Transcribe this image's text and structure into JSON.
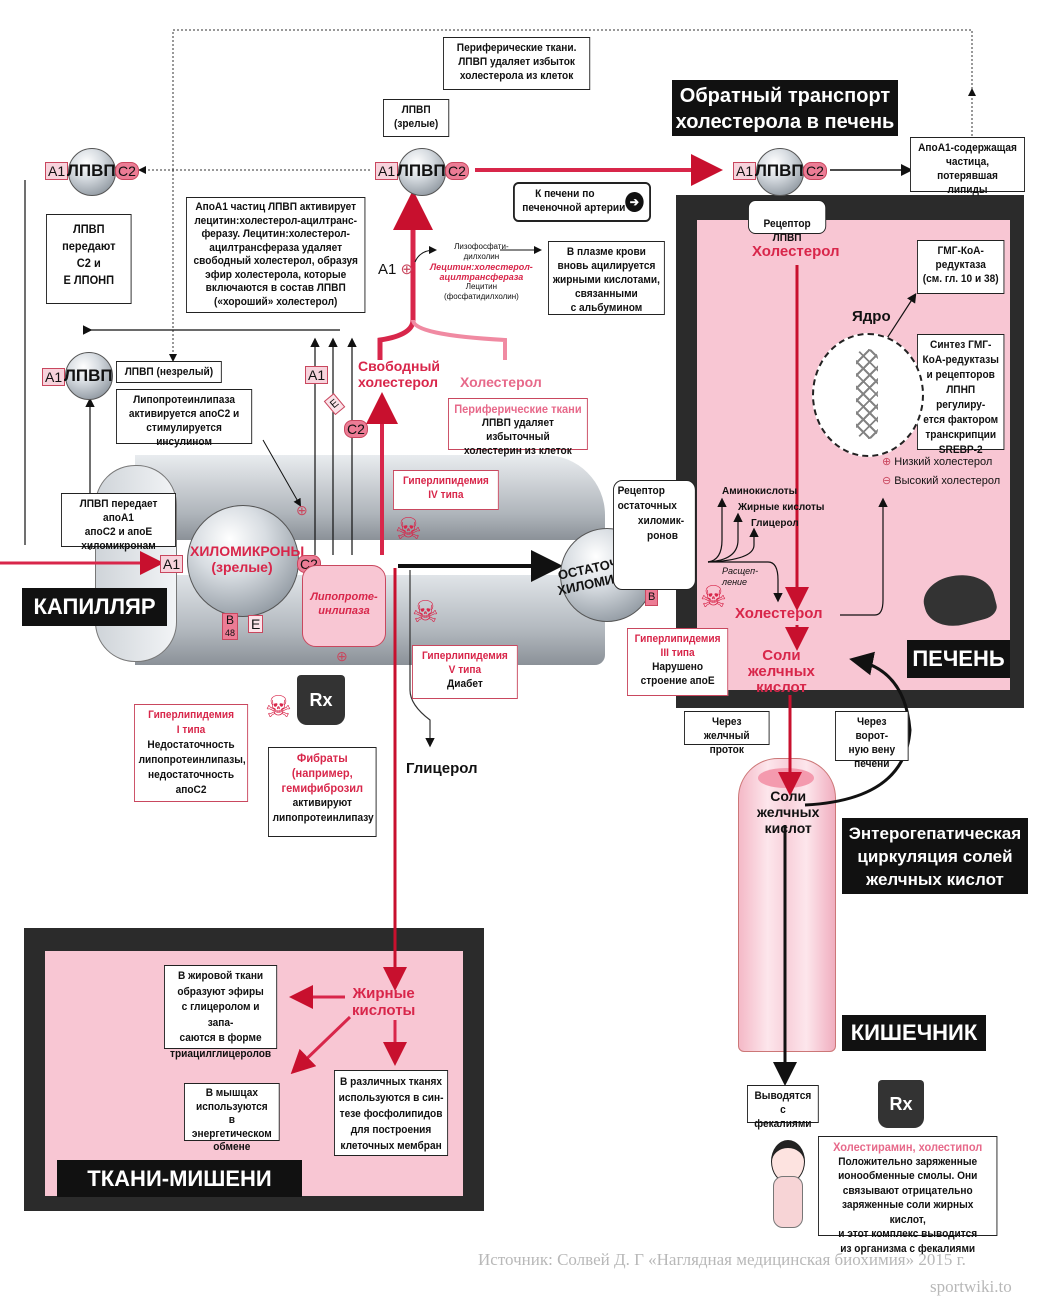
{
  "regions": {
    "capillary": "КАПИЛЛЯР",
    "liver": "ПЕЧЕНЬ",
    "intestine": "КИШЕЧНИК",
    "target_tissues": "ТКАНИ-МИШЕНИ"
  },
  "titles": {
    "reverse_transport": [
      "Обратный транспорт",
      "холестерола в печень"
    ],
    "enterohepatic": [
      "Энтерогепатическая",
      "циркуляция солей",
      "желчных кислот"
    ]
  },
  "particles": {
    "hdl": "ЛПВП",
    "chylomicrons": [
      "ХИЛОМИКРОНЫ",
      "(зрелые)"
    ],
    "remnant_chylomicrons": [
      "ОСТАТОЧНЫЕ",
      "ХИЛОМИКРОНЫ"
    ]
  },
  "apolipoproteins": {
    "a1": "A1",
    "c2": "C2",
    "e": "E",
    "b": "B",
    "b48": "48"
  },
  "boxes": {
    "peripheral_top": [
      "Периферические ткани.",
      "ЛПВП удаляет избыток",
      "холестерола из клеток"
    ],
    "hdl_mature": [
      "ЛПВП",
      "(зрелые)"
    ],
    "hdl_transfer": [
      "ЛПВП",
      "передают",
      "C2 и",
      "Е ЛПОНП"
    ],
    "apoa1_lcat": [
      "АпоА1 частиц ЛПВП активирует",
      "лецитин:холестерол-ацилтранс-",
      "феразу. Лецитин:холестерол-",
      "ацилтрансфераза удаляет",
      "свободный холестерол, образуя",
      "эфир холестерола, которые",
      "включаются в состав ЛПВП",
      "(«хороший» холестерол)"
    ],
    "to_liver": [
      "К печени по",
      "печеночной артерии"
    ],
    "plasma_acyl": [
      "В плазме крови",
      "вновь ацилируется",
      "жирными кислотами,",
      "связанными",
      "с альбумином"
    ],
    "apoa1_lost": [
      "АпоА1-содержащая",
      "частица, потерявшая",
      "липиды"
    ],
    "hdl_receptor": "Рецептор ЛПВП",
    "hmg_reductase": [
      "ГМГ-КоА-",
      "редуктаза",
      "(см. гл. 10 и 38)"
    ],
    "srebp": [
      "Синтез ГМГ-",
      "КоА-редуктазы",
      "и рецепторов",
      "ЛПНП регулиру-",
      "ется фактором",
      "транскрипции",
      "SREBP-2"
    ],
    "hdl_immature": "ЛПВП (незрелый)",
    "lpl_activation": [
      "Липопротеинлипаза",
      "активируется апоС2 и",
      "стимулируется инсулином"
    ],
    "hdl_gives": [
      "ЛПВП передает апоА1",
      "апоС2 и апоЕ",
      "хиломикронам"
    ],
    "peripheral_mid_title": "Периферические ткани",
    "peripheral_mid_text": [
      "ЛПВП удаляет избыточный",
      "холестерин из клеток"
    ],
    "hyper4": [
      "Гиперлипидемия",
      "IV типа"
    ],
    "hyper5_title": [
      "Гиперлипидемия",
      "V типа"
    ],
    "hyper5_text": "Диабет",
    "hyper1_title": [
      "Гиперлипидемия",
      "I типа"
    ],
    "hyper1_text": [
      "Недостаточность",
      "липопротеинлипазы,",
      "недостаточность",
      "апоС2"
    ],
    "hyper3_title": [
      "Гиперлипидемия",
      "III типа"
    ],
    "hyper3_text": [
      "Нарушено",
      "строение апоЕ"
    ],
    "fibrates_title": [
      "Фибраты",
      "(например,",
      "гемифиброзил"
    ],
    "fibrates_text": [
      "активируют",
      "липопротеинлипазу"
    ],
    "remnant_receptor": [
      "Рецептор",
      "остаточных",
      "хиломик-",
      "ронов"
    ],
    "bile_duct": [
      "Через желчный",
      "проток"
    ],
    "portal_vein": [
      "Через ворот-",
      "ную вену",
      "печени"
    ],
    "feces": [
      "Выводятся",
      "с фекалиями"
    ],
    "cholestyramine_title": "Холестирамин, холестипол",
    "cholestyramine_text": [
      "Положительно заряженные",
      "ионообменные смолы. Они",
      "связывают отрицательно",
      "заряженные соли жирных кислот,",
      "и этот комплекс выводится",
      "из организма с фекалиями"
    ],
    "adipose": [
      "В жировой ткани",
      "образуют эфиры",
      "с глицеролом и запа-",
      "саются в форме",
      "триацилглицеролов"
    ],
    "muscle": [
      "В мышцах",
      "используются",
      "в энергетическом",
      "обмене"
    ],
    "phospholipids": [
      "В различных тканях",
      "используются в син-",
      "тезе фосфолипидов",
      "для построения",
      "клеточных мембран"
    ]
  },
  "labels": {
    "lysophosphatidylcholine": [
      "Лизофосфати-",
      "дилхолин"
    ],
    "lcat": [
      "Лецитин:холестерол-",
      "ацилтрансфераза"
    ],
    "lecithin": [
      "Лецитин",
      "(фосфатидилхолин)"
    ],
    "free_cholesterol": [
      "Свободный",
      "холестерол"
    ],
    "cholesterol_pale": "Холестерол",
    "cholesterol_liver_top": "Холестерол",
    "cholesterol_liver_mid": "Холестерол",
    "nucleus": "Ядро",
    "low_chol": "Низкий холестерол",
    "high_chol": "Высокий холестерол",
    "amino_acids": "Аминокислоты",
    "fatty_acids_liver": "Жирные кислоты",
    "glycerol_liver": "Глицерол",
    "cleavage": [
      "Расщеп-",
      "ление"
    ],
    "bile_salts_liver": [
      "Соли",
      "желчных",
      "кислот"
    ],
    "bile_salts_intestine": [
      "Соли",
      "желчных",
      "кислот"
    ],
    "lipoprotein_lipase": [
      "Липопроте-",
      "инлипаза"
    ],
    "glycerol": "Глицерол",
    "fatty_acids": [
      "Жирные",
      "кислоты"
    ],
    "a1_plus": "A1"
  },
  "icons": {
    "skull": "skull-crossbones-icon",
    "rx": "rx-mortar-icon",
    "liver": "liver-icon",
    "dna": "dna-helix-icon",
    "plus": "⊕",
    "minus": "⊖",
    "arrow_right_circle": "➔",
    "rx_text": "Rx"
  },
  "colors": {
    "accent_red": "#d8264a",
    "pink_fill": "#f8c6d3",
    "dark_frame": "#2b2b2b"
  },
  "footer": {
    "source": "Источник: Солвей Д. Г «Наглядная медицинская биохимия» 2015 г.",
    "site": "sportwiki.to"
  }
}
